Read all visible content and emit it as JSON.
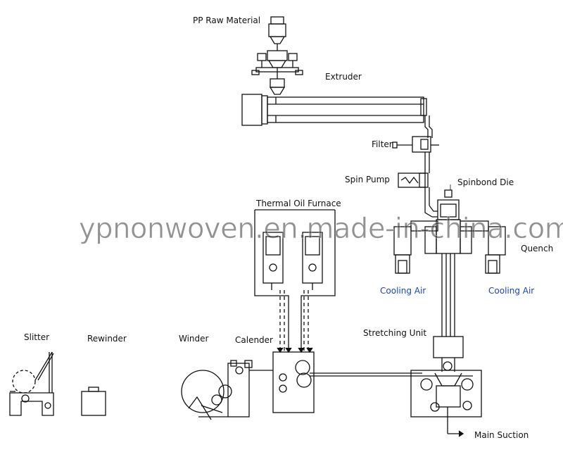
{
  "labels": {
    "pp_raw_material": "PP Raw Material",
    "extruder": "Extruder",
    "filter": "Filter",
    "spin_pump": "Spin Pump",
    "spinbond_die": "Spinbond Die",
    "thermal_oil_furnace": "Thermal Oil Furnace",
    "quench": "Quench",
    "cooling_air_left": "Cooling Air",
    "cooling_air_right": "Cooling Air",
    "stretching_unit": "Stretching Unit",
    "slitter": "Slitter",
    "rewinder": "Rewinder",
    "winder": "Winder",
    "calender": "Calender",
    "main_suction": "Main Suction"
  },
  "watermark": "ypnonwoven.en.made-in-china.com",
  "colors": {
    "line": "#111111",
    "cooling_air": "#1a44c8"
  }
}
